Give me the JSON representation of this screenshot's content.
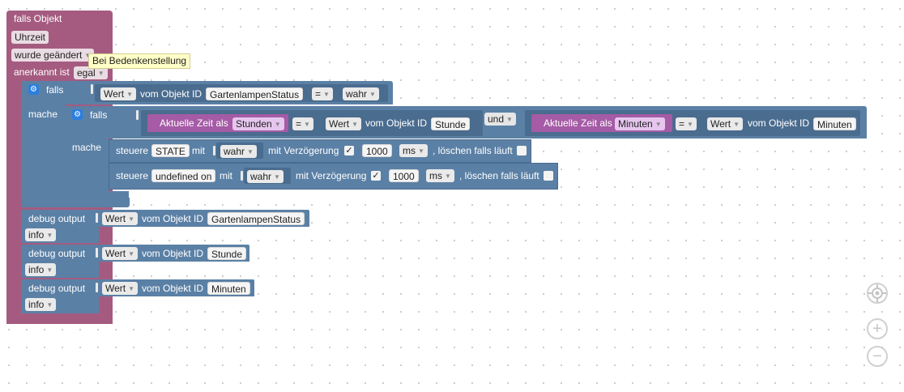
{
  "trigger": {
    "title": "falls Objekt",
    "attr": "Uhrzeit",
    "change": "wurde geändert",
    "ack_label": "anerkannt ist",
    "ack_value": "egal",
    "tooltip": "Bei Bedenkenstellung"
  },
  "if_outer": {
    "falls": "falls",
    "mache": "mache",
    "value": "Wert",
    "of_object": "vom Objekt ID",
    "object_id": "GartenlampenStatus",
    "op": "=",
    "compare": "wahr"
  },
  "if_inner": {
    "falls": "falls",
    "mache": "mache",
    "cond1": {
      "prefix": "Aktuelle Zeit als",
      "unit": "Stunden",
      "op": "=",
      "value": "Wert",
      "of_object": "vom Objekt ID",
      "object_id": "Stunde"
    },
    "and": "und",
    "cond2": {
      "prefix": "Aktuelle Zeit als",
      "unit": "Minuten",
      "op": "=",
      "value": "Wert",
      "of_object": "vom Objekt ID",
      "object_id": "Minuten"
    }
  },
  "controls": [
    {
      "steuere": "steuere",
      "target": "STATE",
      "mit": "mit",
      "value": "wahr",
      "delay_label": "mit Verzögerung",
      "check": "✓",
      "ms_value": "1000",
      "ms_unit": "ms",
      "clear": ", löschen falls läuft"
    },
    {
      "steuere": "steuere",
      "target": "undefined on",
      "mit": "mit",
      "value": "wahr",
      "delay_label": "mit Verzögerung",
      "check": "✓",
      "ms_value": "1000",
      "ms_unit": "ms",
      "clear": ", löschen falls läuft"
    }
  ],
  "debugs": [
    {
      "label": "debug output",
      "value": "Wert",
      "of_object": "vom Objekt ID",
      "object_id": "GartenlampenStatus",
      "level": "info"
    },
    {
      "label": "debug output",
      "value": "Wert",
      "of_object": "vom Objekt ID",
      "object_id": "Stunde",
      "level": "info"
    },
    {
      "label": "debug output",
      "value": "Wert",
      "of_object": "vom Objekt ID",
      "object_id": "Minuten",
      "level": "info"
    }
  ],
  "icons": {
    "gear": "gear-icon",
    "dropdown": "dropdown-arrow-icon",
    "center": "crosshair-icon",
    "zoom_in": "zoom-in-icon",
    "zoom_out": "zoom-out-icon"
  },
  "colors": {
    "trigger": "#a55b80",
    "logic": "#5b80a5",
    "time": "#a55ba5"
  }
}
